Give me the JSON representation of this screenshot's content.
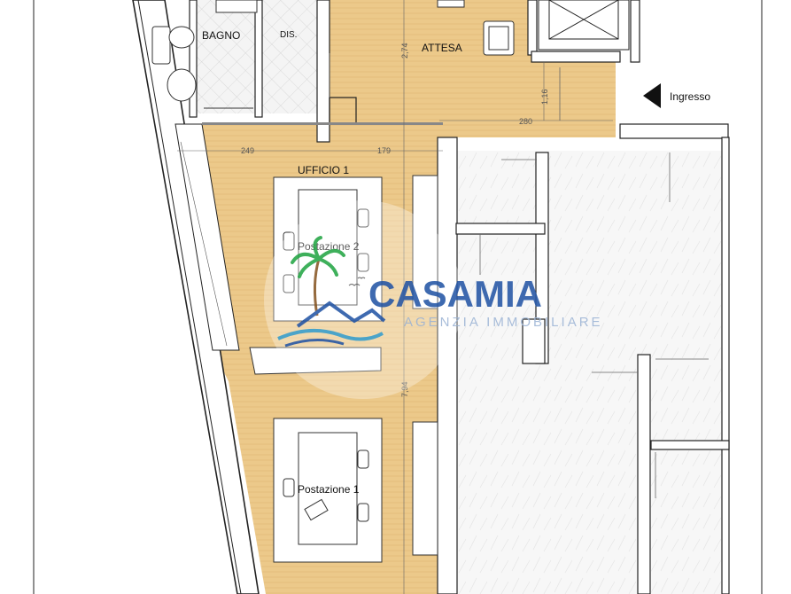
{
  "rooms": {
    "bagno": "BAGNO",
    "dis": "DIS.",
    "attesa": "ATTESA",
    "ufficio": "UFFICIO 1",
    "postazione_2": "Postazione 2",
    "postazione_1": "Postazione 1"
  },
  "entrance": {
    "label": "Ingresso"
  },
  "dimensions": {
    "d_274": "2,74",
    "d_116": "1,16",
    "d_280": "280",
    "d_249": "249",
    "d_179": "179",
    "d_794": "7,94"
  },
  "brand": {
    "name": "CASAMIA",
    "tagline": "AGENZIA IMMOBILIARE",
    "colors": {
      "primary": "#2a5aa8",
      "accent": "#3aa0d0",
      "palm": "#2aa84a"
    }
  },
  "colors": {
    "floor_wood": "#ecc98a",
    "tile_fill": "#f2f2f2",
    "wall": "#3a3a3a"
  }
}
